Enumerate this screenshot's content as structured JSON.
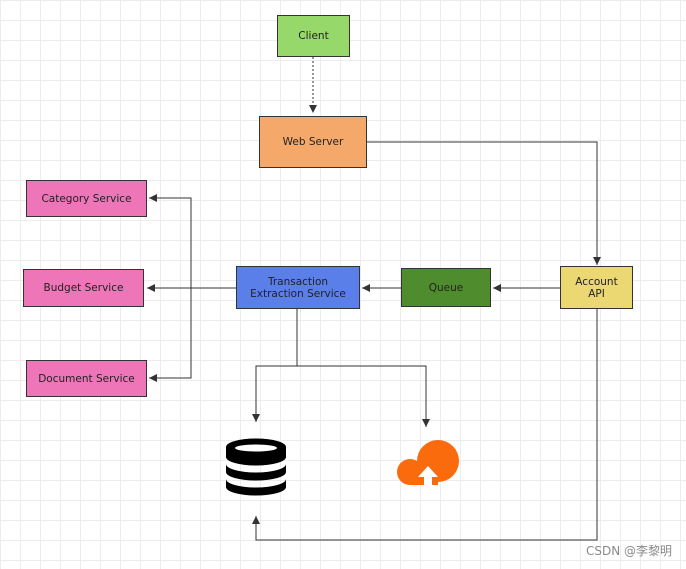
{
  "nodes": {
    "client": {
      "label": "Client",
      "color": "#96d96a"
    },
    "web_server": {
      "label": "Web Server",
      "color": "#f4a96a"
    },
    "category_service": {
      "label": "Category Service",
      "color": "#ee76b8"
    },
    "budget_service": {
      "label": "Budget Service",
      "color": "#ee76b8"
    },
    "document_service": {
      "label": "Document Service",
      "color": "#ee76b8"
    },
    "transaction_extraction_service": {
      "label": "Transaction Extraction Service",
      "color": "#5b7fe8"
    },
    "queue": {
      "label": "Queue",
      "color": "#4f8c2e"
    },
    "account_api": {
      "label": "Account API",
      "color": "#ecd873"
    }
  },
  "icons": {
    "database": "database-icon",
    "cloud": "cloud-upload-icon",
    "cloud_color": "#f96b0c"
  },
  "watermark": "CSDN @李黎明"
}
